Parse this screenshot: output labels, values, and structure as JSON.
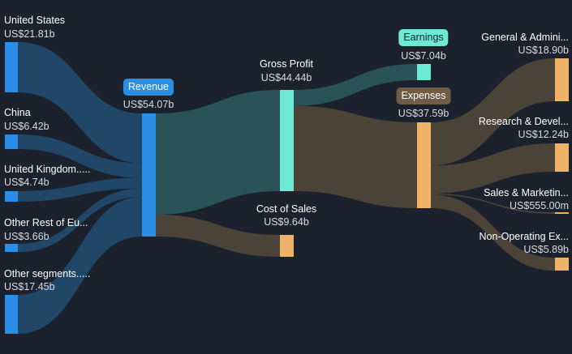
{
  "colors": {
    "background": "#1b222d",
    "source": "#2b8ee6",
    "gross_profit": "#6fe8d4",
    "expenses": "#eeb366",
    "source_flow": "#214a6b",
    "profit_flow": "#2a5658",
    "expense_flow": "#4e4639"
  },
  "chart_data": {
    "type": "sankey",
    "currency": "US$",
    "nodes": [
      {
        "id": "us",
        "label": "United States",
        "value": "US$21.81b",
        "amount": 21.81
      },
      {
        "id": "china",
        "label": "China",
        "value": "US$6.42b",
        "amount": 6.42
      },
      {
        "id": "uk",
        "label": "United Kingdom.....",
        "value": "US$4.74b",
        "amount": 4.74
      },
      {
        "id": "eu",
        "label": "Other Rest of Eu...",
        "value": "US$3.66b",
        "amount": 3.66
      },
      {
        "id": "other",
        "label": "Other segments.....",
        "value": "US$17.45b",
        "amount": 17.45
      },
      {
        "id": "revenue",
        "label": "Revenue",
        "value": "US$54.07b",
        "amount": 54.07
      },
      {
        "id": "gross_profit",
        "label": "Gross Profit",
        "value": "US$44.44b",
        "amount": 44.44
      },
      {
        "id": "cost_of_sales",
        "label": "Cost of Sales",
        "value": "US$9.64b",
        "amount": 9.64
      },
      {
        "id": "earnings",
        "label": "Earnings",
        "value": "US$7.04b",
        "amount": 7.04
      },
      {
        "id": "expenses",
        "label": "Expenses",
        "value": "US$37.59b",
        "amount": 37.59
      },
      {
        "id": "ga",
        "label": "General & Admini...",
        "value": "US$18.90b",
        "amount": 18.9
      },
      {
        "id": "rd",
        "label": "Research & Devel...",
        "value": "US$12.24b",
        "amount": 12.24
      },
      {
        "id": "sm",
        "label": "Sales & Marketin...",
        "value": "US$555.00m",
        "amount": 0.555
      },
      {
        "id": "nonop",
        "label": "Non-Operating Ex...",
        "value": "US$5.89b",
        "amount": 5.89
      }
    ],
    "links": [
      {
        "source": "us",
        "target": "revenue",
        "amount": 21.81
      },
      {
        "source": "china",
        "target": "revenue",
        "amount": 6.42
      },
      {
        "source": "uk",
        "target": "revenue",
        "amount": 4.74
      },
      {
        "source": "eu",
        "target": "revenue",
        "amount": 3.66
      },
      {
        "source": "other",
        "target": "revenue",
        "amount": 17.45
      },
      {
        "source": "revenue",
        "target": "gross_profit",
        "amount": 44.44
      },
      {
        "source": "revenue",
        "target": "cost_of_sales",
        "amount": 9.64
      },
      {
        "source": "gross_profit",
        "target": "earnings",
        "amount": 7.04
      },
      {
        "source": "gross_profit",
        "target": "expenses",
        "amount": 37.59
      },
      {
        "source": "expenses",
        "target": "ga",
        "amount": 18.9
      },
      {
        "source": "expenses",
        "target": "rd",
        "amount": 12.24
      },
      {
        "source": "expenses",
        "target": "sm",
        "amount": 0.555
      },
      {
        "source": "expenses",
        "target": "nonop",
        "amount": 5.89
      }
    ]
  }
}
